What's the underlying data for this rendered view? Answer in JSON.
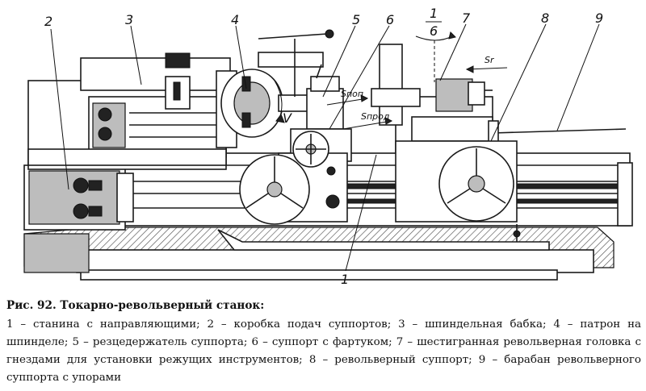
{
  "figure": {
    "labels": {
      "l1": "1",
      "l2": "2",
      "l3": "3",
      "l4": "4",
      "l5": "5",
      "l6": "6",
      "l7": "7",
      "l8": "8",
      "l9": "9",
      "v": "V",
      "s_pop": "Sпоп",
      "s_prod": "Sпрод",
      "s_r": "Sr",
      "frac_num": "1",
      "frac_den": "6"
    }
  },
  "caption": {
    "title": "Рис. 92. Токарно-револьверный станок:",
    "text": "1 – станина с направляющими; 2 – коробка подач суппортов; 3 – шпиндельная бабка; 4 – патрон на шпинделе; 5 – резцедержатель суппорта; 6 – суппорт с фартуком; 7 – шестигранная револьверная головка с гнездами для установки режущих инструментов; 8 – револьверный суппорт; 9 – барабан револьверного суппорта с упорами"
  }
}
